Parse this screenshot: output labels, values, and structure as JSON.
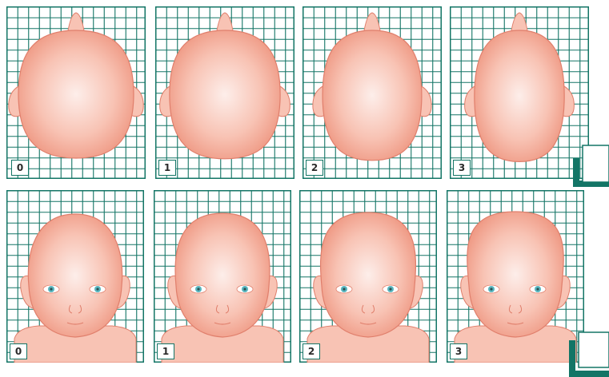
{
  "colors": {
    "grid": "#137566",
    "skin_light": "#fdeeea",
    "skin_mid": "#f8c3b4",
    "skin_dark": "#ef9a85",
    "outline": "#e07f6c",
    "eye_iris": "#58b6bf",
    "corner_accent": "#137566"
  },
  "rows": {
    "top_view": {
      "panels": [
        {
          "label": "0",
          "width_factor": 1.0
        },
        {
          "label": "1",
          "width_factor": 0.96
        },
        {
          "label": "2",
          "width_factor": 0.86
        },
        {
          "label": "3",
          "width_factor": 0.78
        }
      ]
    },
    "front_view": {
      "panels": [
        {
          "label": "0"
        },
        {
          "label": "1"
        },
        {
          "label": "2"
        },
        {
          "label": "3"
        }
      ]
    }
  }
}
